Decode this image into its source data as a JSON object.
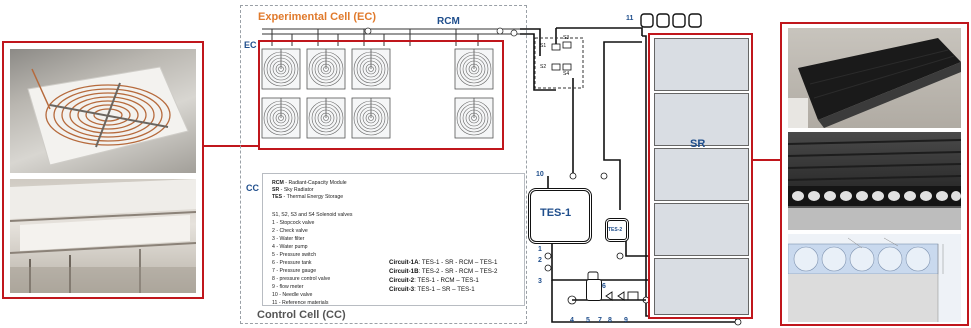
{
  "experimental_cell_title": "Experimental Cell (EC)",
  "ec_short": "EC",
  "rcm_label": "RCM",
  "control_cell_short": "CC",
  "control_cell_title": "Control Cell (CC)",
  "sr_label": "SR",
  "tes1_label": "TES-1",
  "tes2_label": "TES-2",
  "valve_labels": [
    "S1",
    "S2",
    "S3",
    "S4"
  ],
  "legend_abbrev": [
    {
      "abbr": "RCM",
      "text": " - Radiant-Capacity Module"
    },
    {
      "abbr": "SR",
      "text": " - Sky Radiator"
    },
    {
      "abbr": "TES",
      "text": " - Thermal Energy Storage"
    }
  ],
  "legend_items": [
    "S1, S2, S3 and S4 Solenoid valves",
    "1 - Stopcock valve",
    "2 - Check valve",
    "3 - Water filter",
    "4 - Water pump",
    "5 - Pressure switch",
    "6 - Pressure tank",
    "7 - Pressure gauge",
    "8 - pressure control valve",
    "9 - flow meter",
    "10 - Needle valve",
    "11 - Reference materials"
  ],
  "circuits": [
    {
      "name": "Circuit-1A",
      "path": ": TES-1 - SR - RCM – TES-1"
    },
    {
      "name": "Circuit-1B",
      "path": ": TES-2 - SR - RCM – TES-2"
    },
    {
      "name": "Circuit-2",
      "path": ": TES-1 - RCM – TES-1"
    },
    {
      "name": "Circuit-3",
      "path": ": TES-1 – SR – TES-1"
    }
  ],
  "component_numbers": {
    "n1": "1",
    "n2": "2",
    "n3": "3",
    "n4": "4",
    "n5": "5",
    "n6": "6",
    "n7": "7",
    "n8": "8",
    "n9": "9",
    "n10": "10",
    "n11": "11"
  },
  "colors": {
    "highlight_red": "#c0161c",
    "ec_orange": "#e07a2c",
    "label_blue": "#1f4e8c",
    "panel_gray": "#d9dde3"
  }
}
